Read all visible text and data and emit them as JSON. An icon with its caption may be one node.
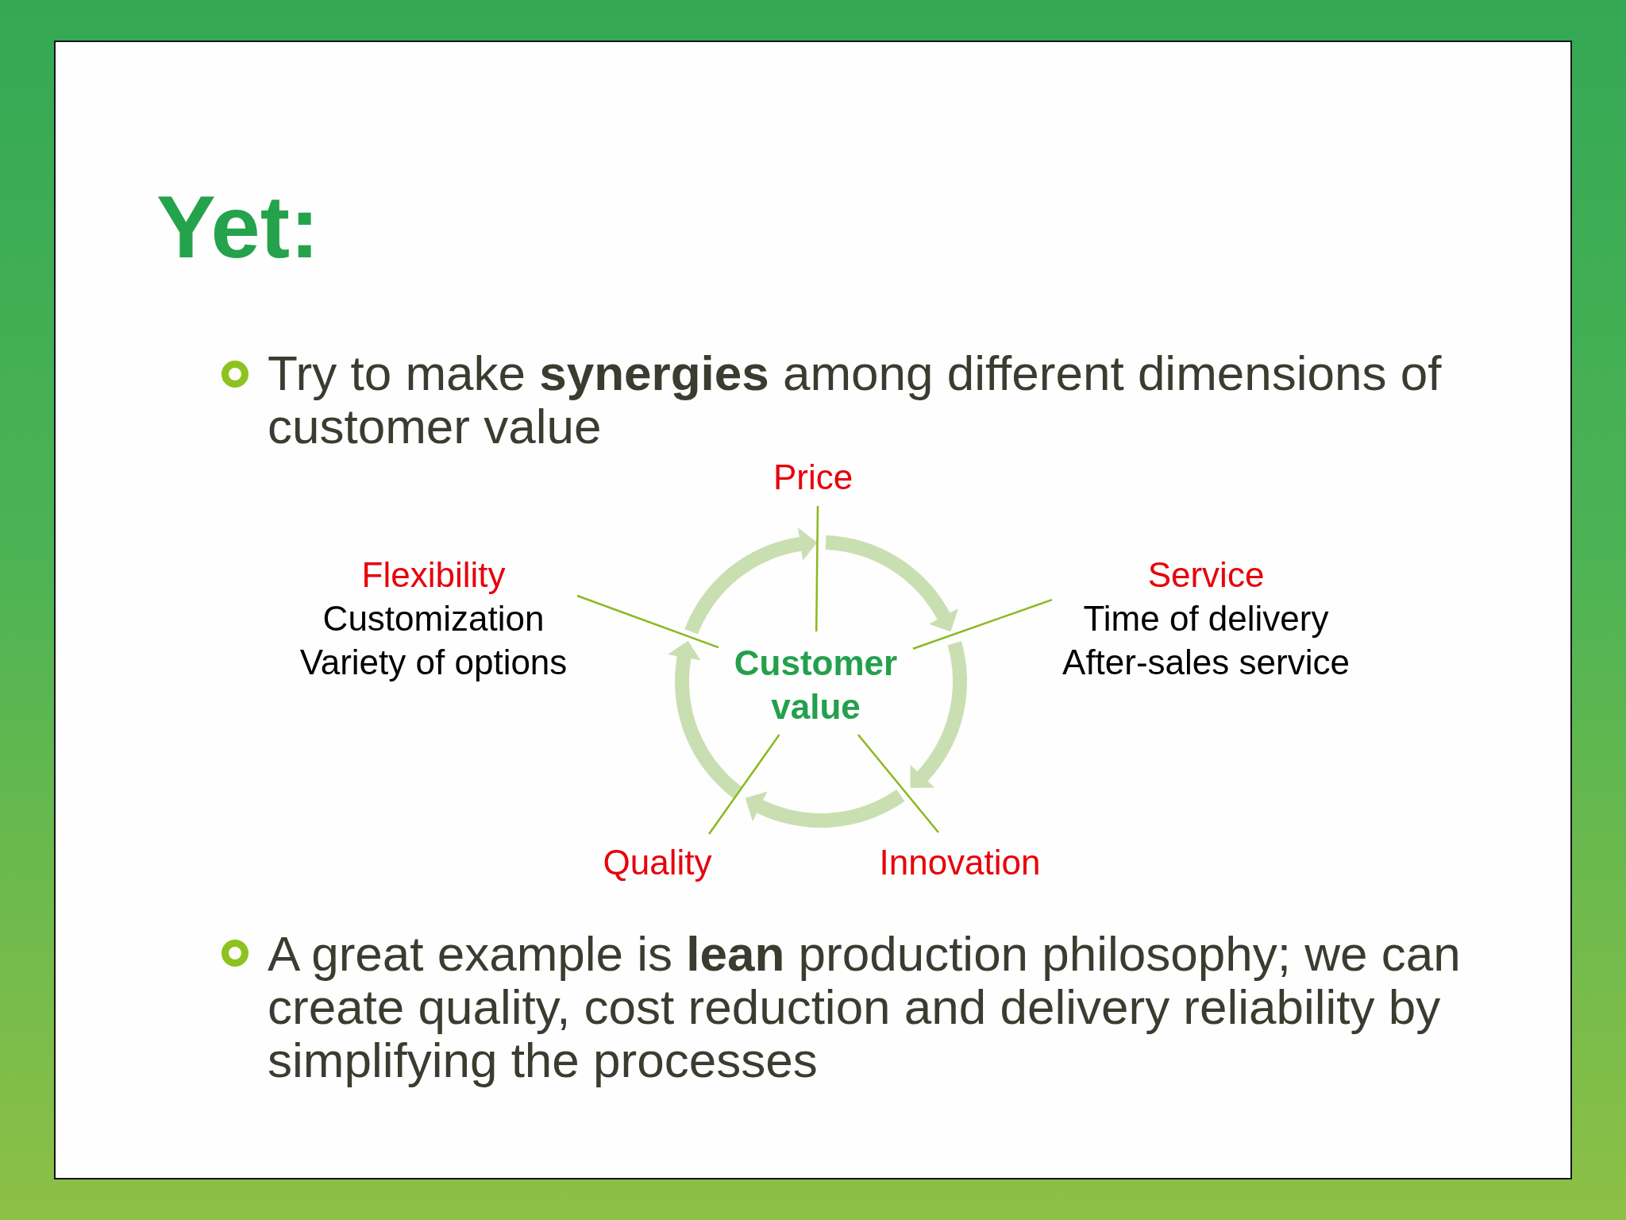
{
  "diagram": {
    "title": "Yet:",
    "nodes": [
      {
        "text": [
          "Price"
        ]
      },
      {
        "text": [
          "Flexibility",
          "Customization",
          "Variety of options"
        ]
      },
      {
        "text": [
          "Service",
          "Time of delivery",
          "After-sales service"
        ]
      },
      {
        "text": [
          "Customer value"
        ]
      },
      {
        "text": [
          "Quality"
        ]
      },
      {
        "text": [
          "Innovation"
        ]
      }
    ],
    "edges": [
      {
        "from": 3,
        "to": 0,
        "arrow": "none"
      },
      {
        "from": 3,
        "to": 2,
        "arrow": "none"
      },
      {
        "from": 3,
        "to": 5,
        "arrow": "none"
      },
      {
        "from": 3,
        "to": 4,
        "arrow": "none"
      },
      {
        "from": 3,
        "to": 1,
        "arrow": "none"
      }
    ],
    "labels": [
      "Try to make **synergies** among different dimensions of customer value",
      "A great example is **lean** production philosophy; we can create quality, cost reduction and delivery reliability by simplifying the processes"
    ]
  }
}
